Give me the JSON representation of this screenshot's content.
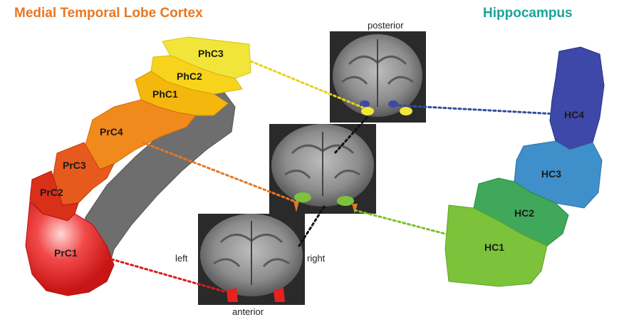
{
  "titles": {
    "left": "Medial Temporal Lobe Cortex",
    "right": "Hippocampus",
    "left_color": "#e87722",
    "right_color": "#1aa39b"
  },
  "orientation": {
    "posterior": "posterior",
    "anterior": "anterior",
    "left": "left",
    "right": "right"
  },
  "cortex_regions": [
    {
      "label": "PhC3",
      "color": "#f2e53a"
    },
    {
      "label": "PhC2",
      "color": "#f7d31c"
    },
    {
      "label": "PhC1",
      "color": "#f4b70e"
    },
    {
      "label": "PrC4",
      "color": "#f08a1c"
    },
    {
      "label": "PrC3",
      "color": "#e65a1e"
    },
    {
      "label": "PrC2",
      "color": "#d9301a"
    },
    {
      "label": "PrC1",
      "color": "#e8201f"
    }
  ],
  "hippocampus_regions": [
    {
      "label": "HC4",
      "color": "#3d48a8"
    },
    {
      "label": "HC3",
      "color": "#3f8fcb"
    },
    {
      "label": "HC2",
      "color": "#3fa85a"
    },
    {
      "label": "HC1",
      "color": "#7cc23a"
    }
  ],
  "connector_colors": {
    "phc3": "#e6d21a",
    "hc4": "#2f4f9a",
    "prc4": "#e87722",
    "hc1": "#7cbf2a",
    "prc1": "#d91c1c",
    "slices": "#111111"
  }
}
